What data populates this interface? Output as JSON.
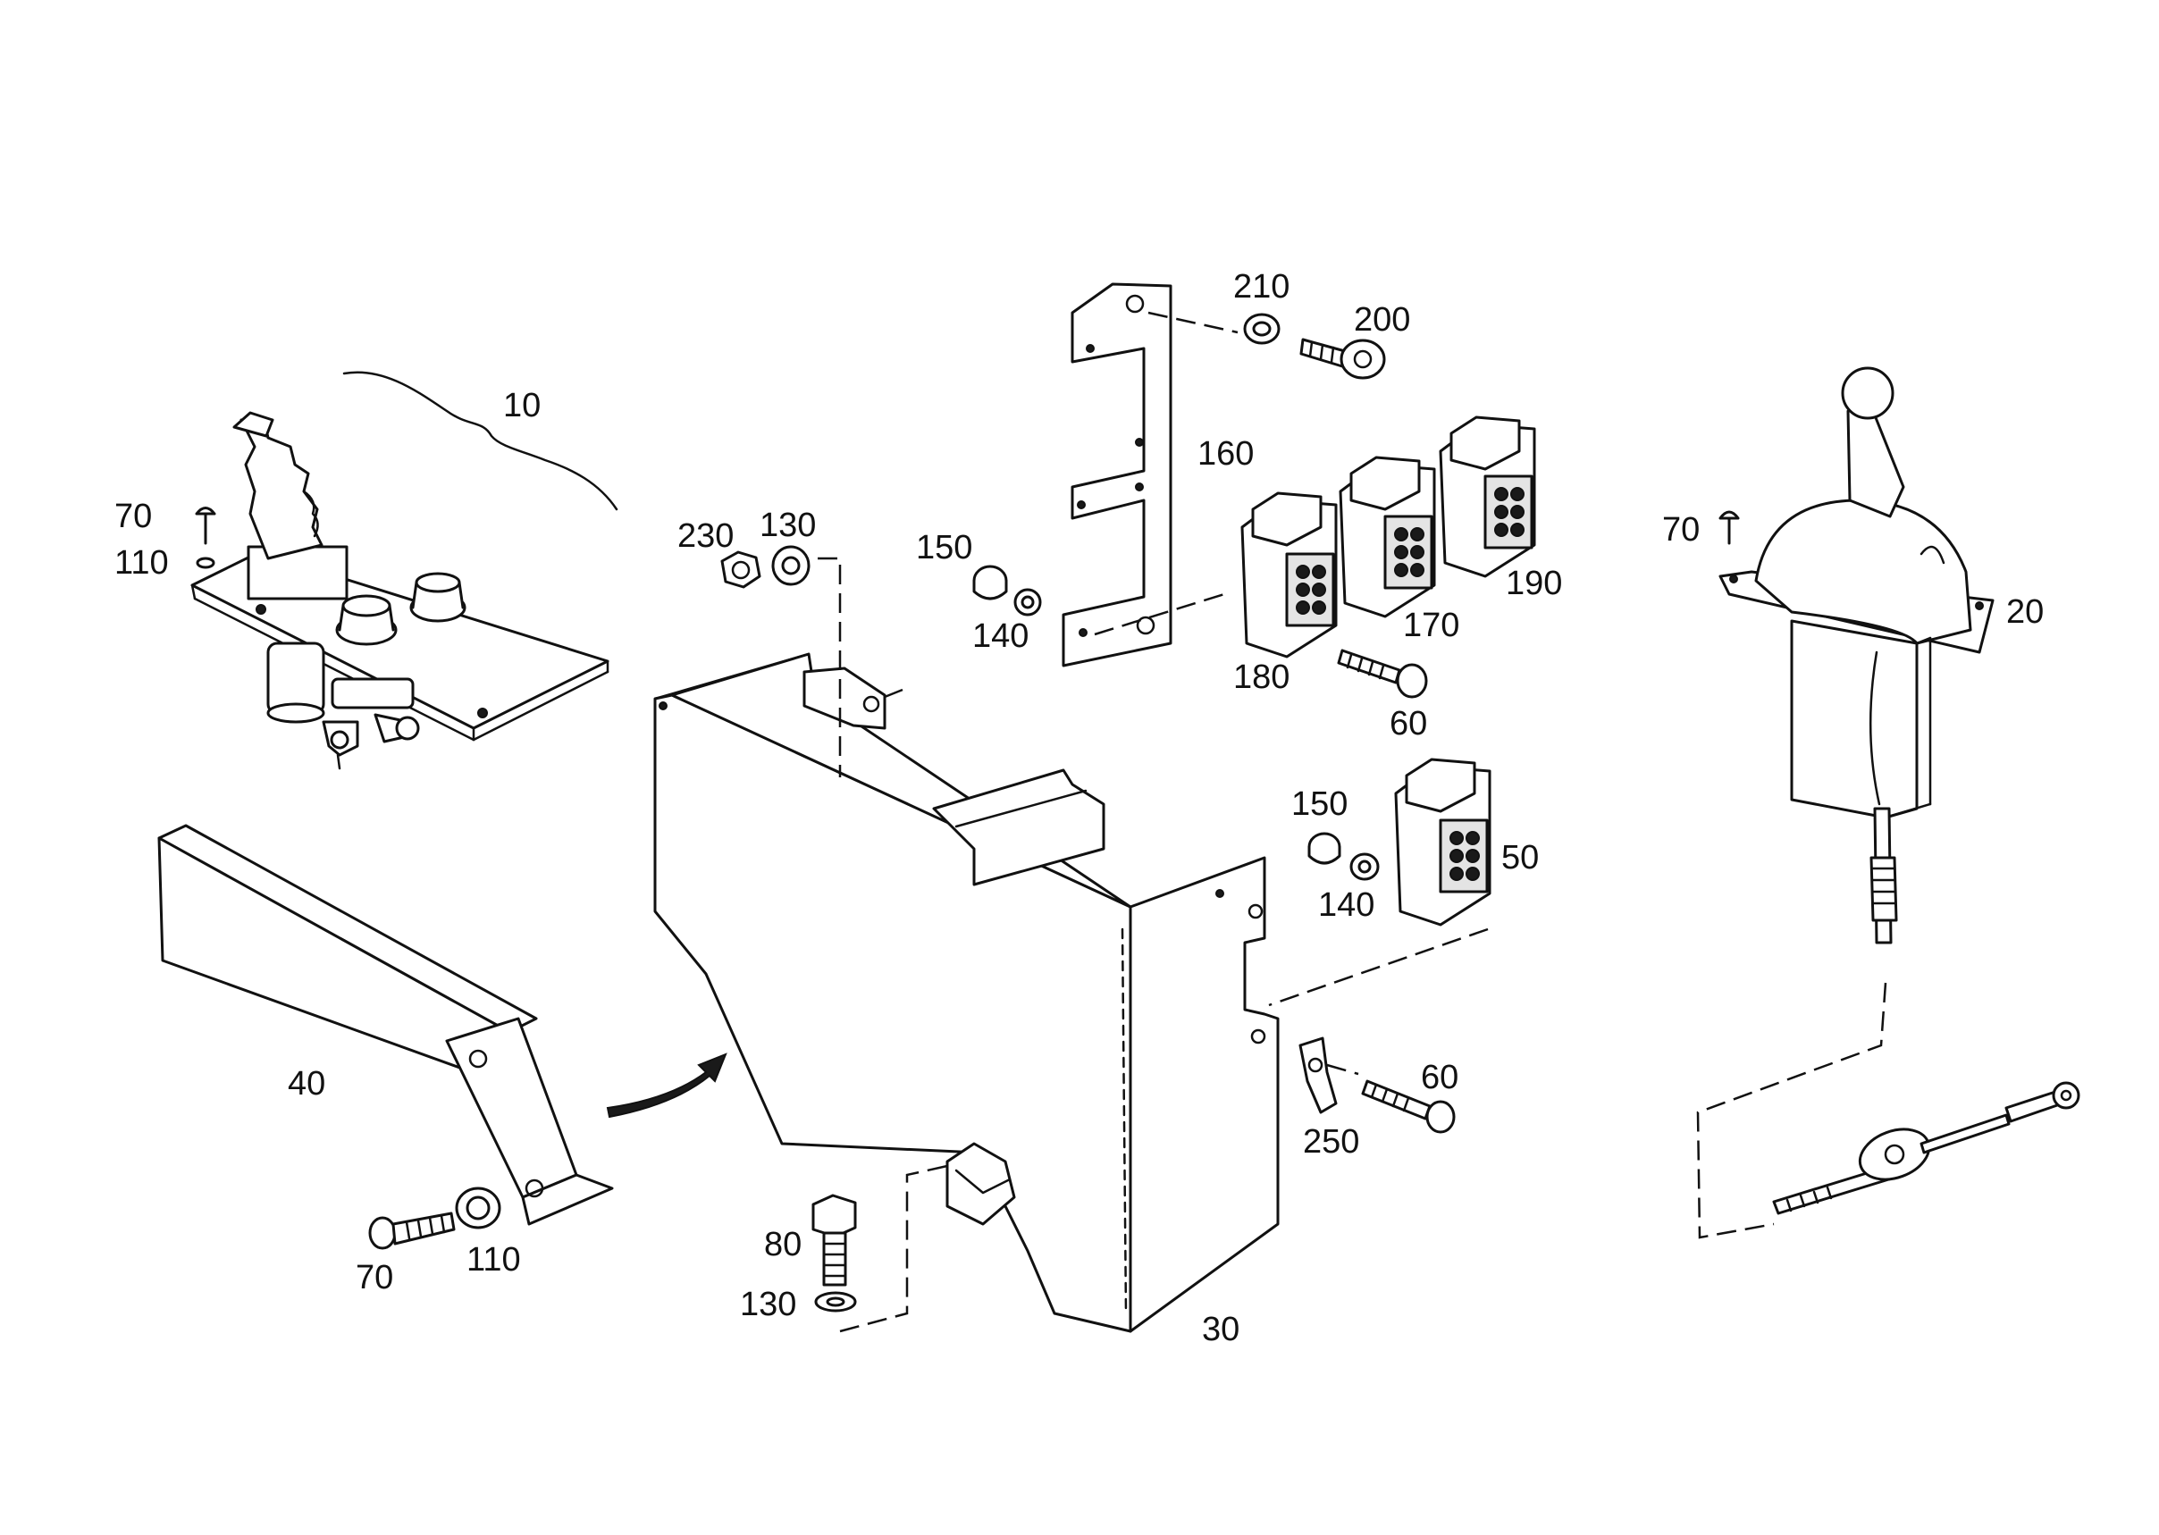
{
  "diagram": {
    "type": "exploded parts drawing",
    "callouts": [
      {
        "id": "c10",
        "text": "10"
      },
      {
        "id": "c70a",
        "text": "70"
      },
      {
        "id": "c110a",
        "text": "110"
      },
      {
        "id": "c230",
        "text": "230"
      },
      {
        "id": "c130a",
        "text": "130"
      },
      {
        "id": "c150a",
        "text": "150"
      },
      {
        "id": "c140a",
        "text": "140"
      },
      {
        "id": "c210",
        "text": "210"
      },
      {
        "id": "c200",
        "text": "200"
      },
      {
        "id": "c160",
        "text": "160"
      },
      {
        "id": "c180",
        "text": "180"
      },
      {
        "id": "c170",
        "text": "170"
      },
      {
        "id": "c190",
        "text": "190"
      },
      {
        "id": "c60a",
        "text": "60"
      },
      {
        "id": "c70c",
        "text": "70"
      },
      {
        "id": "c20",
        "text": "20"
      },
      {
        "id": "c150b",
        "text": "150"
      },
      {
        "id": "c140b",
        "text": "140"
      },
      {
        "id": "c50",
        "text": "50"
      },
      {
        "id": "c40",
        "text": "40"
      },
      {
        "id": "c70b",
        "text": "70"
      },
      {
        "id": "c110b",
        "text": "110"
      },
      {
        "id": "c80",
        "text": "80"
      },
      {
        "id": "c130b",
        "text": "130"
      },
      {
        "id": "c60b",
        "text": "60"
      },
      {
        "id": "c250",
        "text": "250"
      },
      {
        "id": "c30",
        "text": "30"
      }
    ]
  }
}
